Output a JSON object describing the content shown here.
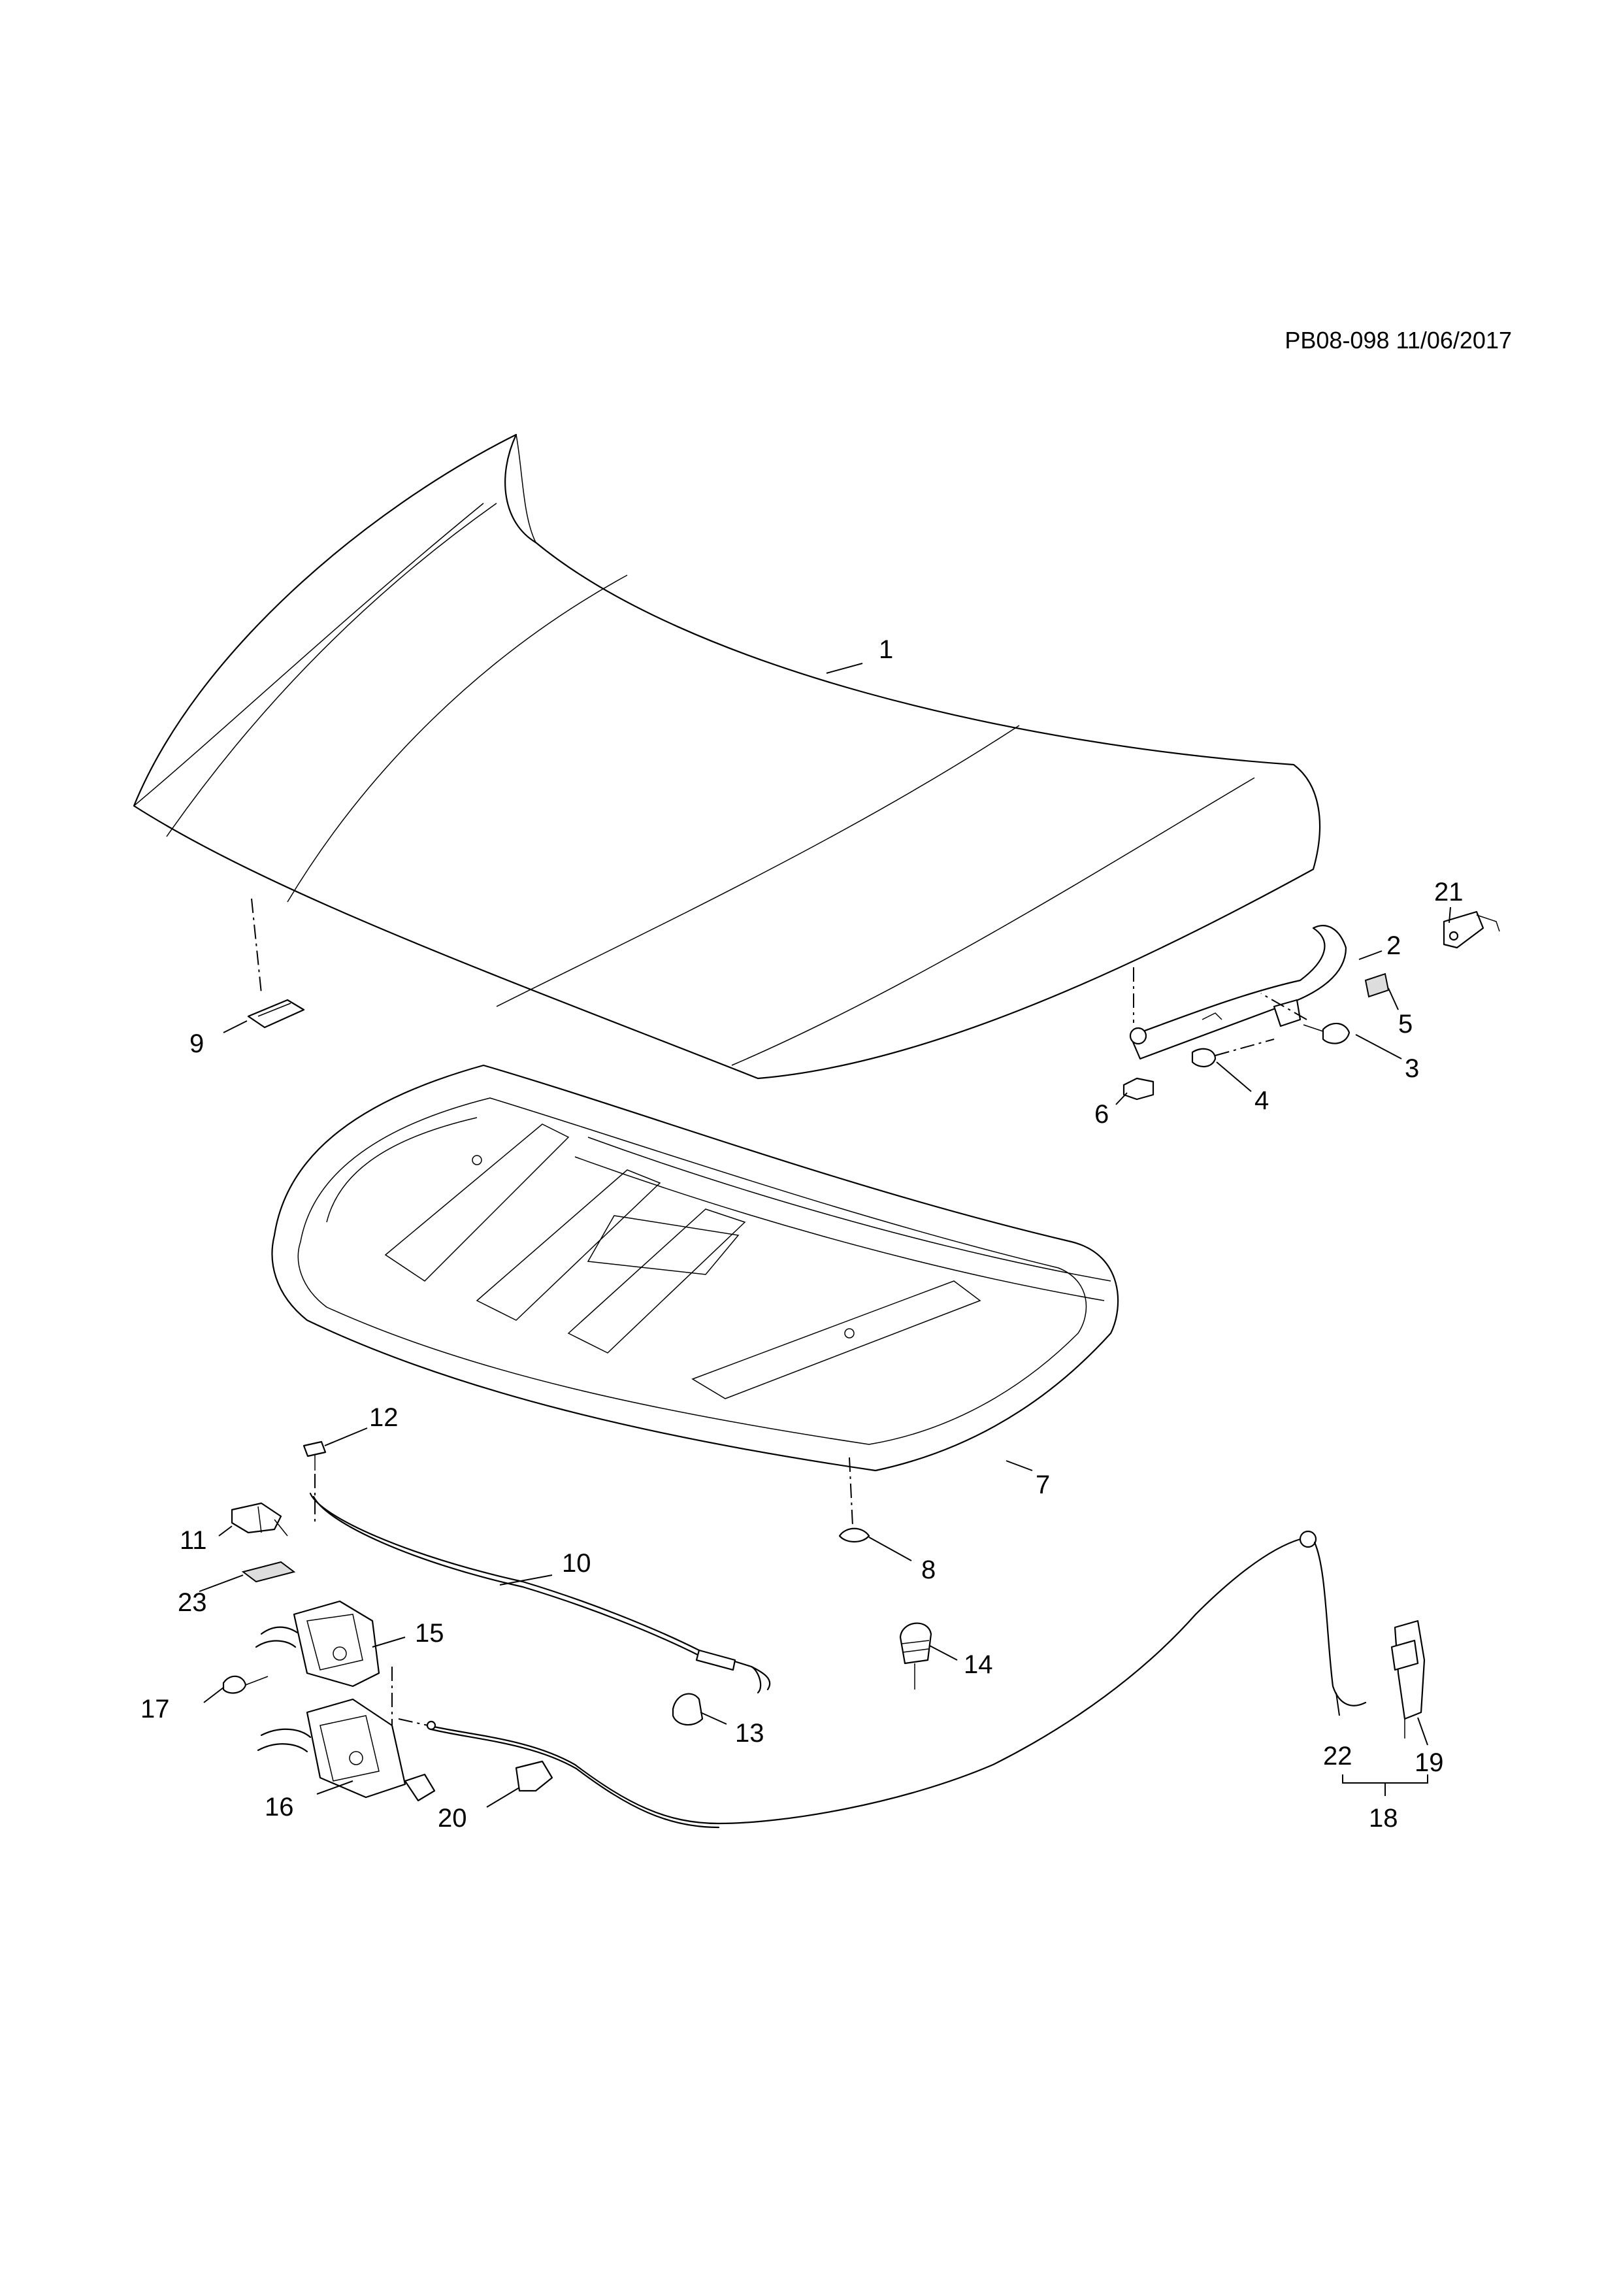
{
  "document": {
    "reference": "PB08-098 11/06/2017"
  },
  "callouts": {
    "c1": "1",
    "c2": "2",
    "c3": "3",
    "c4": "4",
    "c5": "5",
    "c6": "6",
    "c7": "7",
    "c8": "8",
    "c9": "9",
    "c10": "10",
    "c11": "11",
    "c12": "12",
    "c13": "13",
    "c14": "14",
    "c15": "15",
    "c16": "16",
    "c17": "17",
    "c18": "18",
    "c19": "19",
    "c20": "20",
    "c21": "21",
    "c22": "22",
    "c23": "23"
  }
}
